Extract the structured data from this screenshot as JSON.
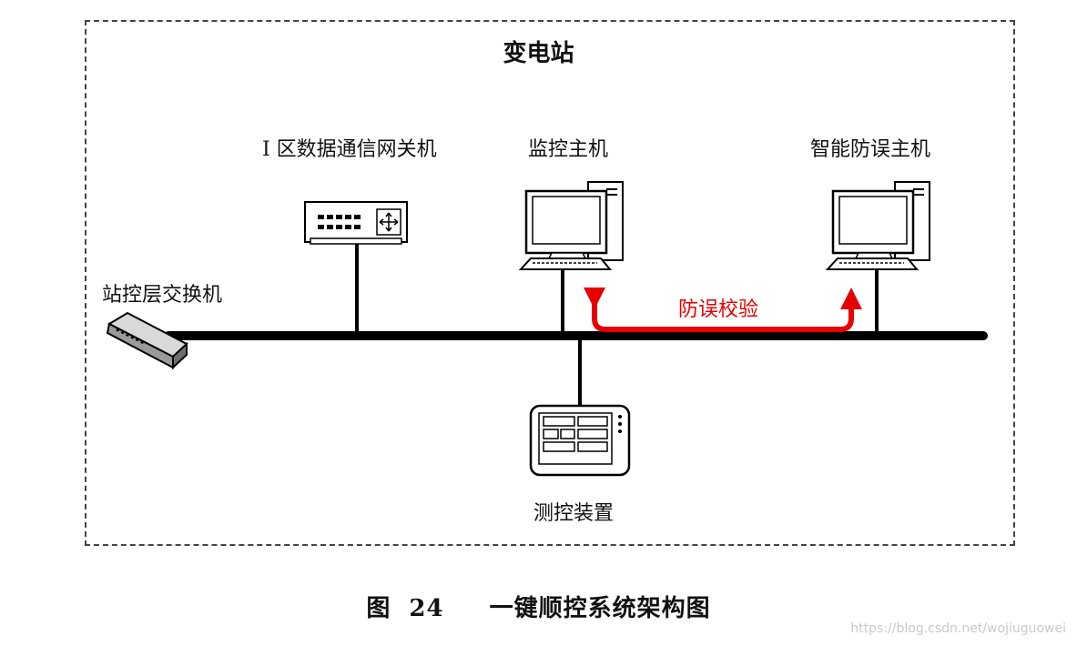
{
  "title": "变电站",
  "nodes": {
    "gateway": "I 区数据通信网关机",
    "monitor_host": "监控主机",
    "anti_misop_host": "智能防误主机",
    "switch": "站控层交换机",
    "measure_control": "测控装置"
  },
  "check_label": "防误校验",
  "caption": {
    "fig": "图",
    "num": "24",
    "text": "一键顺控系统架构图"
  },
  "watermark": "https://blog.csdn.net/wojiuguowei",
  "colors": {
    "check_arrow": "#e60000",
    "bus": "#000000"
  },
  "icons": [
    "gateway-device-icon",
    "computer-icon",
    "network-switch-icon",
    "control-panel-icon"
  ]
}
